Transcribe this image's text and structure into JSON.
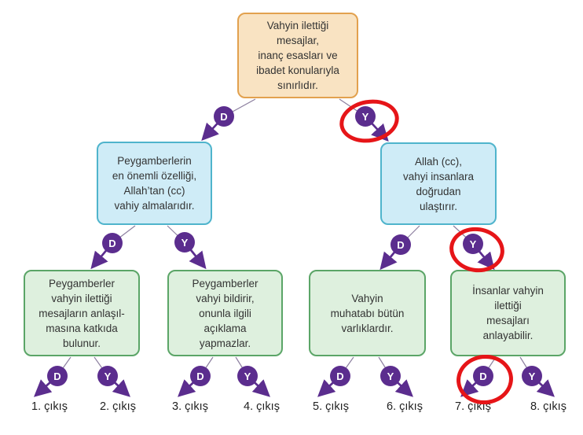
{
  "labels": {
    "d": "D",
    "y": "Y"
  },
  "nodes": {
    "root": {
      "text": "Vahyin ilettiği\nmesajlar,\ninanç esasları ve\nibadet konularıyla\nsınırlıdır."
    },
    "left": {
      "text": "Peygamberlerin\nen önemli özelliği,\nAllah’tan (cc)\nvahiy almalarıdır."
    },
    "right": {
      "text": "Allah (cc),\nvahyi insanlara\ndoğrudan\nulaştırır."
    },
    "leaf1": {
      "text": "Peygamberler\nvahyin ilettiği\nmesajların anlaşıl-\nmasına katkıda\nbulunur."
    },
    "leaf2": {
      "text": "Peygamberler\nvahyi bildirir,\nonunla ilgili\naçıklama\nyapmazlar."
    },
    "leaf3": {
      "text": "Vahyin\nmuhatabı bütün\nvarlıklardır."
    },
    "leaf4": {
      "text": "İnsanlar vahyin\nilettiği\nmesajları\nanlayabilir."
    }
  },
  "exits": [
    "1. çıkış",
    "2. çıkış",
    "3. çıkış",
    "4. çıkış",
    "5. çıkış",
    "6. çıkış",
    "7. çıkış",
    "8. çıkış"
  ],
  "red_marks": [
    "root-branch-y",
    "right-branch-y",
    "leaf4-branch-d"
  ],
  "colors": {
    "root_fill": "#f9e3c2",
    "root_border": "#e2a14e",
    "blue_fill": "#cfecf7",
    "blue_border": "#4fb4cc",
    "green_fill": "#def0de",
    "green_border": "#5ba567",
    "circle_purple": "#5b2d8e",
    "mark_red": "#e61518",
    "text": "#333333"
  }
}
